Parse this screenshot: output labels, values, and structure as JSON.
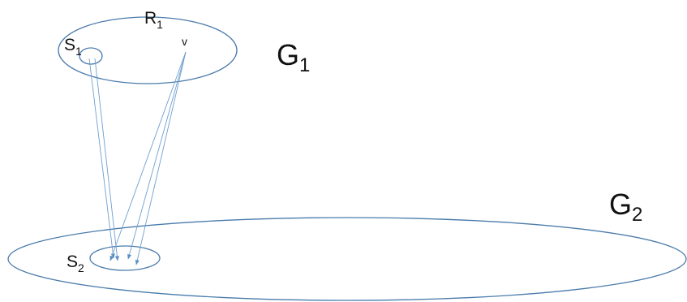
{
  "labels": {
    "g1": {
      "main": "G",
      "sub": "1"
    },
    "g2": {
      "main": "G",
      "sub": "2"
    },
    "r1": {
      "main": "R",
      "sub": "1"
    },
    "s1": {
      "main": "S",
      "sub": "1"
    },
    "s2": {
      "main": "S",
      "sub": "2"
    },
    "v": "v"
  },
  "colors": {
    "outline": "#4a7bab",
    "arrow": "#6e9fd0",
    "text": "#111111"
  }
}
